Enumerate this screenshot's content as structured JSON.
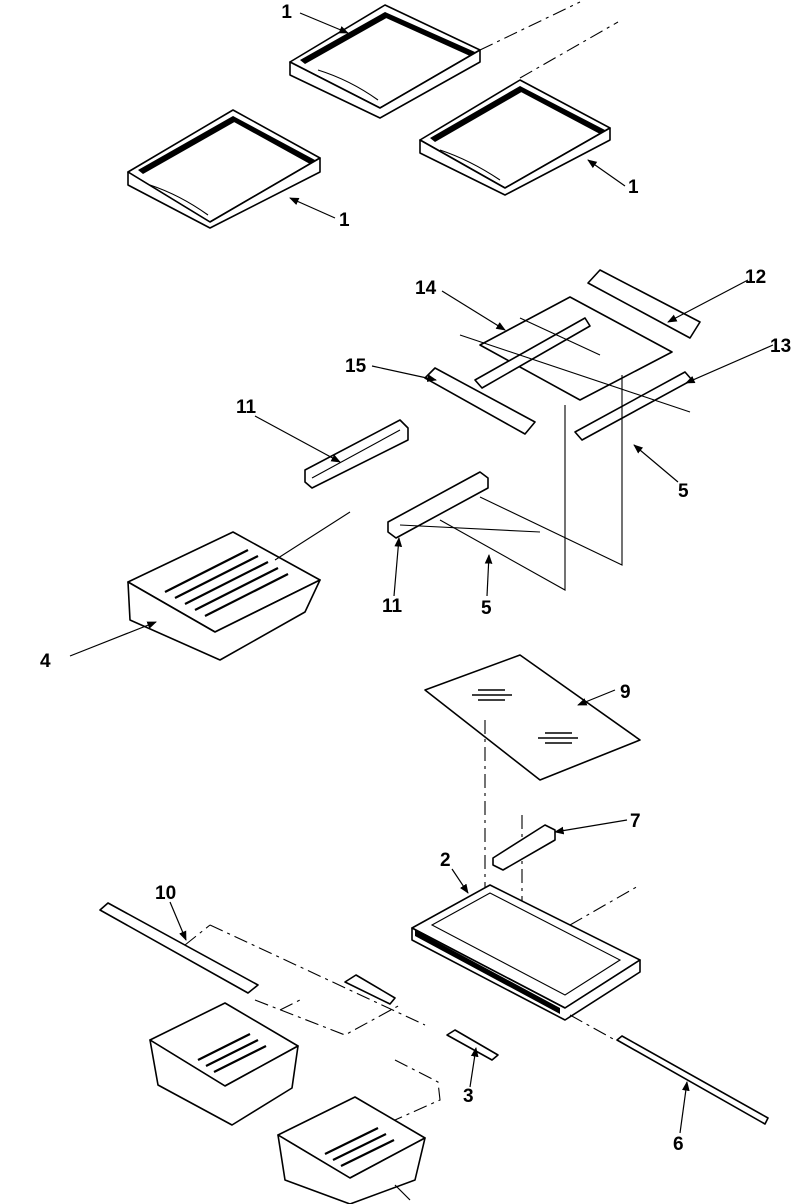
{
  "callouts": [
    {
      "id": "c1a",
      "text": "1"
    },
    {
      "id": "c1b",
      "text": "1"
    },
    {
      "id": "c1c",
      "text": "1"
    },
    {
      "id": "c12",
      "text": "12"
    },
    {
      "id": "c14",
      "text": "14"
    },
    {
      "id": "c13",
      "text": "13"
    },
    {
      "id": "c15",
      "text": "15"
    },
    {
      "id": "c11a",
      "text": "11"
    },
    {
      "id": "c5a",
      "text": "5"
    },
    {
      "id": "c11b",
      "text": "11"
    },
    {
      "id": "c5b",
      "text": "5"
    },
    {
      "id": "c4",
      "text": "4"
    },
    {
      "id": "c9",
      "text": "9"
    },
    {
      "id": "c7",
      "text": "7"
    },
    {
      "id": "c2",
      "text": "2"
    },
    {
      "id": "c10",
      "text": "10"
    },
    {
      "id": "c3",
      "text": "3"
    },
    {
      "id": "c6",
      "text": "6"
    }
  ]
}
